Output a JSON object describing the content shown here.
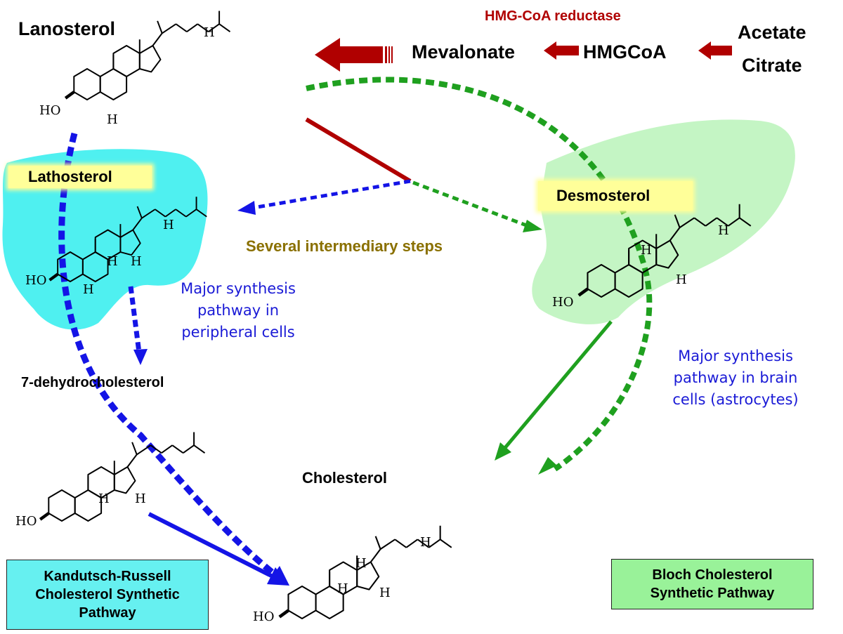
{
  "labels": {
    "lanosterol": "Lanosterol",
    "lathosterol": "Lathosterol",
    "desmosterol": "Desmosterol",
    "dehydrocholesterol": "7-dehydrocholesterol",
    "cholesterol": "Cholesterol",
    "mevalonate": "Mevalonate",
    "hmgcoa": "HMGCoA",
    "acetate": "Acetate",
    "citrate": "Citrate",
    "enzyme": "HMG-CoA reductase",
    "intermediary": "Several intermediary steps"
  },
  "notes": {
    "peripheral": "Major synthesis pathway in peripheral cells",
    "brain": "Major synthesis pathway in brain cells (astrocytes)"
  },
  "boxes": {
    "kandutsch": "Kandutsch-Russell Cholesterol Synthetic Pathway",
    "bloch": "Bloch Cholesterol Synthetic Pathway"
  },
  "atoms": {
    "ho": "HO",
    "h": "H"
  },
  "colors": {
    "red_arrow": "#b00000",
    "blue_arrow": "#1414e6",
    "green_arrow": "#1fa01f",
    "cyan_blob": "#4ff0f0",
    "green_blob": "#c4f5c4",
    "kandutsch_box": "#66f0f0",
    "bloch_box": "#99f299",
    "note_text": "#1a1ad6",
    "intermediary_text": "#8a7000",
    "enzyme_text": "#b00000"
  }
}
